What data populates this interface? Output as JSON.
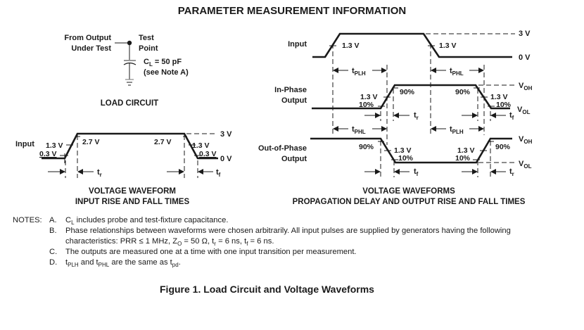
{
  "title": "PARAMETER MEASUREMENT INFORMATION",
  "load_circuit": {
    "from_label_1": "From Output",
    "from_label_2": "Under Test",
    "test_point_1": "Test",
    "test_point_2": "Point",
    "cap_symbol": "C",
    "cap_sub": "L",
    "cap_value": " = 50 pF",
    "cap_note": "(see Note A)",
    "caption": "LOAD CIRCUIT"
  },
  "input_waveform": {
    "signal_label": "Input",
    "v13_left": "1.3 V",
    "v03_left": "0.3 V",
    "v27_left": "2.7 V",
    "v27_right": "2.7 V",
    "v13_right": "1.3 V",
    "v03_right": "0.3 V",
    "v3": "3 V",
    "v0": "0 V",
    "tr": "t",
    "tr_sub": "r",
    "tf": "t",
    "tf_sub": "f",
    "caption_1": "VOLTAGE WAVEFORM",
    "caption_2": "INPUT RISE AND FALL TIMES"
  },
  "propagation_waveforms": {
    "input_label": "Input",
    "input_v13_rise": "1.3 V",
    "input_v13_fall": "1.3 V",
    "v3": "3 V",
    "v0": "0 V",
    "tplh": "t",
    "tplh_sub": "PLH",
    "tphl": "t",
    "tphl_sub": "PHL",
    "in_phase_label_1": "In-Phase",
    "in_phase_label_2": "Output",
    "out_phase_label_1": "Out-of-Phase",
    "out_phase_label_2": "Output",
    "p90": "90%",
    "p10": "10%",
    "v13": "1.3 V",
    "voh": "V",
    "voh_sub": "OH",
    "vol": "V",
    "vol_sub": "OL",
    "tr": "t",
    "tr_sub": "r",
    "tf": "t",
    "tf_sub": "f",
    "caption_1": "VOLTAGE WAVEFORMS",
    "caption_2": "PROPAGATION DELAY AND OUTPUT RISE AND FALL TIMES"
  },
  "notes": {
    "lead": "NOTES:",
    "items": [
      {
        "key": "A.",
        "text_html": "C<sub>L</sub> includes probe and test-fixture capacitance."
      },
      {
        "key": "B.",
        "text_html": "Phase relationships between waveforms were chosen arbitrarily. All input pulses are supplied by generators having the following"
      },
      {
        "key": "",
        "text_html": "characteristics: PRR ≤ 1 MHz, Z<sub>O</sub> = 50 Ω, t<sub>r</sub> = 6 ns, t<sub>f</sub> = 6 ns."
      },
      {
        "key": "C.",
        "text_html": "The outputs are measured one at a time with one input transition per measurement."
      },
      {
        "key": "D.",
        "text_html": "t<sub>PLH</sub> and t<sub>PHL</sub> are the same as t<sub>pd</sub>."
      }
    ]
  },
  "figure_caption": "Figure 1. Load Circuit and Voltage Waveforms"
}
